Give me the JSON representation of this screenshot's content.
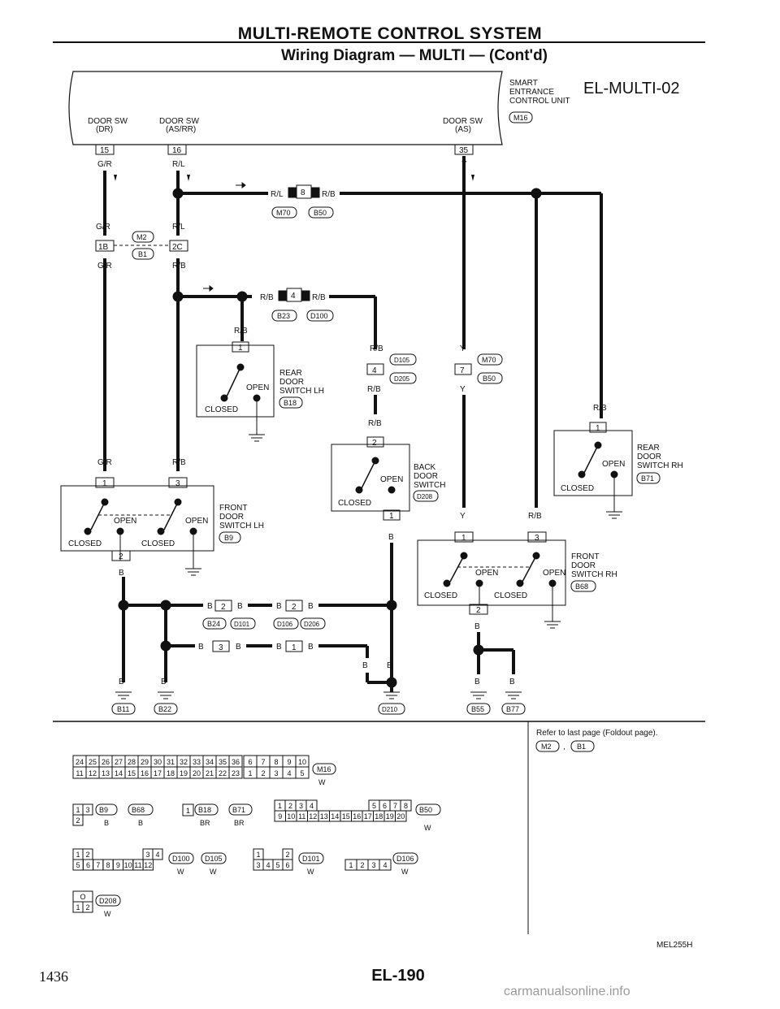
{
  "header": {
    "title": "MULTI-REMOTE CONTROL SYSTEM",
    "subtitle": "Wiring Diagram — MULTI — (Cont'd)"
  },
  "diagram_code": "EL-MULTI-02",
  "units": {
    "smart_entrance": [
      "SMART",
      "ENTRANCE",
      "CONTROL UNIT"
    ],
    "door_sw_dr": [
      "DOOR SW",
      "(DR)"
    ],
    "door_sw_asrr": [
      "DOOR SW",
      "(AS/RR)"
    ],
    "door_sw_as": [
      "DOOR SW",
      "(AS)"
    ],
    "rear_door_lh": [
      "REAR",
      "DOOR",
      "SWITCH LH"
    ],
    "rear_door_rh": [
      "REAR",
      "DOOR",
      "SWITCH RH"
    ],
    "back_door": [
      "BACK",
      "DOOR",
      "SWITCH"
    ],
    "front_door_lh": [
      "FRONT",
      "DOOR",
      "SWITCH LH"
    ],
    "front_door_rh": [
      "FRONT",
      "DOOR",
      "SWITCH RH"
    ]
  },
  "states": {
    "open": "OPEN",
    "closed": "CLOSED"
  },
  "pins": {
    "p15": "15",
    "p16": "16",
    "p35": "35",
    "p8": "8",
    "p18": "1B",
    "p2c": "2C",
    "p4": "4",
    "p1": "1",
    "p2": "2",
    "p3": "3",
    "p7": "7"
  },
  "wire_colors": {
    "gr": "G/R",
    "rl": "R/L",
    "rb": "R/B",
    "y": "Y",
    "b": "B"
  },
  "connectors": {
    "m16": "M16",
    "m70": "M70",
    "b50": "B50",
    "m2": "M2",
    "b1": "B1",
    "b23": "B23",
    "d100": "D100",
    "d105": "D105",
    "d205": "D205",
    "b18": "B18",
    "d208": "D208",
    "b71": "B71",
    "b9": "B9",
    "b68": "B68",
    "b24": "B24",
    "d101": "D101",
    "d106": "D106",
    "d206": "D206",
    "b11": "B11",
    "b22": "B22",
    "d210": "D210",
    "b55": "B55",
    "b77": "B77"
  },
  "legend": {
    "refer": "Refer to last page (Foldout page).",
    "grid_top": [
      "24",
      "25",
      "26",
      "27",
      "28",
      "29",
      "30",
      "31",
      "32",
      "33",
      "34",
      "35",
      "36"
    ],
    "grid_bottom": [
      "11",
      "12",
      "13",
      "14",
      "15",
      "16",
      "17",
      "18",
      "19",
      "20",
      "21",
      "22",
      "23"
    ],
    "grid_small_top": [
      "6",
      "7",
      "8",
      "9",
      "10"
    ],
    "grid_small_bottom": [
      "1",
      "2",
      "3",
      "4",
      "5"
    ],
    "color_w": "W",
    "color_b": "B",
    "color_br": "BR",
    "b50_top": [
      "1",
      "2",
      "3",
      "4",
      "5",
      "6",
      "7",
      "8"
    ],
    "b50_bottom": [
      "9",
      "10",
      "11",
      "12",
      "13",
      "14",
      "15",
      "16",
      "17",
      "18",
      "19",
      "20"
    ],
    "d100_top": [
      "1",
      "2",
      "3",
      "4"
    ],
    "d100_bottom": [
      "5",
      "6",
      "7",
      "8",
      "9",
      "10",
      "11",
      "12"
    ],
    "d101_top": [
      "1",
      "2"
    ],
    "d101_bottom": [
      "3",
      "4",
      "5",
      "6"
    ],
    "d106": [
      "1",
      "2",
      "3",
      "4"
    ],
    "d208_top": "O",
    "d208_bottom": [
      "1",
      "2"
    ],
    "b9_pins": [
      "1",
      "3",
      "2"
    ],
    "b18_pins": [
      "1"
    ]
  },
  "footer": {
    "page_number": "1436",
    "page_code": "EL-190",
    "drawing_id": "MEL255H",
    "watermark": "carmanualsonline.info"
  }
}
